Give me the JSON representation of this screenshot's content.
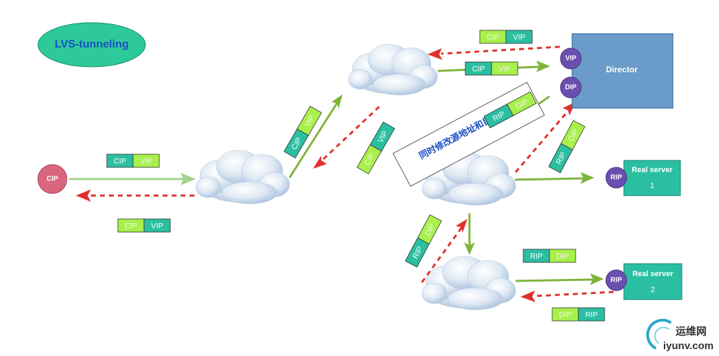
{
  "title": "LVS-tunneling",
  "nodes": {
    "client": "CIP",
    "director": "Director",
    "director_vip": "VIP",
    "director_dip": "DIP",
    "real_server_1": {
      "name": "Real server",
      "number": "1",
      "port": "RIP"
    },
    "real_server_2": {
      "name": "Real server",
      "number": "2",
      "port": "RIP"
    }
  },
  "packets": {
    "client_out": [
      "CIP",
      "VIP"
    ],
    "client_return": [
      "CIP",
      "VIP"
    ],
    "cloud_up": [
      "CIP",
      "VIP"
    ],
    "cloud_down": [
      "CIP",
      "VIP"
    ],
    "to_director": [
      "CIP",
      "VIP"
    ],
    "from_director": [
      "CIP",
      "VIP"
    ],
    "tunnel_inner": [
      "RIP",
      "DIP"
    ],
    "director_return": [
      "RIP",
      "DIP"
    ],
    "rs_vertical": [
      "RIP",
      "DIP"
    ],
    "rs2_out": [
      "RIP",
      "DIP"
    ],
    "rs2_return": [
      "DIP",
      "RIP"
    ]
  },
  "annotation": "同时修改源地址和目标地址",
  "watermark": {
    "brand": "运维网",
    "url": "iyunv.com"
  },
  "colors": {
    "teal": "#2BBFA2",
    "lime": "#A8F04B",
    "forward_arrow": "#7FB43C",
    "return_arrow": "#E0302C",
    "director_box": "#6B9BC8",
    "port_circle": "#6B4FB0",
    "client_circle": "#D9667E",
    "title_ellipse": "#2EC99A"
  }
}
